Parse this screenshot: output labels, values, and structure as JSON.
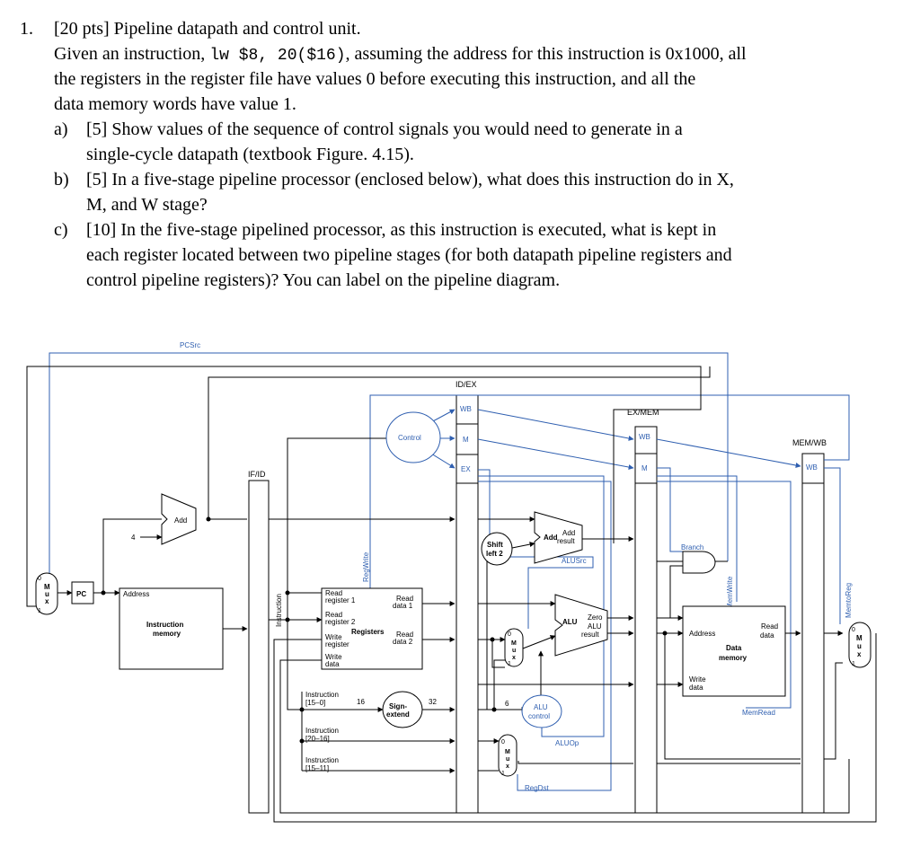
{
  "question": {
    "number": "1.",
    "title": "[20 pts] Pipeline datapath and control unit.",
    "intro_pre": "Given an instruction, ",
    "intro_code": "lw $8, 20($16)",
    "intro_post": ", assuming the address for this instruction is 0x1000, all",
    "intro_line2": "the registers in the register file have values 0 before executing this instruction, and all the",
    "intro_line3": "data memory words have value 1.",
    "parts": [
      {
        "label": "a)",
        "line1": "[5] Show values of the sequence of control signals you would need to generate in a",
        "line2": "single-cycle datapath (textbook Figure. 4.15)."
      },
      {
        "label": "b)",
        "line1": "[5] In a five-stage pipeline processor (enclosed below), what does this instruction do in X,",
        "line2": "M, and W stage?"
      },
      {
        "label": "c)",
        "line1": "[10] In the five-stage pipelined processor, as this instruction is executed, what is kept in",
        "line2": "each register located between two pipeline stages (for both datapath pipeline registers and",
        "line3": "control pipeline registers)? You can label on the pipeline diagram."
      }
    ]
  },
  "diagram": {
    "pcsrc": "PCSrc",
    "ifid": "IF/ID",
    "idex": "ID/EX",
    "exmem": "EX/MEM",
    "memwb": "MEM/WB",
    "wb": "WB",
    "m": "M",
    "ex": "EX",
    "control": "Control",
    "add": "Add",
    "four": "4",
    "pc": "PC",
    "address": "Address",
    "instr_mem_1": "Instruction",
    "instr_mem_2": "memory",
    "instruction_vert": "Instruction",
    "regwrite": "RegWrite",
    "read_reg1_a": "Read",
    "read_reg1_b": "register 1",
    "read_reg2_a": "Read",
    "read_reg2_b": "register 2",
    "write_reg_a": "Write",
    "write_reg_b": "register",
    "write_data_a": "Write",
    "write_data_b": "data",
    "registers": "Registers",
    "read_data1_a": "Read",
    "read_data1_b": "data 1",
    "read_data2_a": "Read",
    "read_data2_b": "data 2",
    "instr_15_0_a": "Instruction",
    "instr_15_0_b": "[15–0]",
    "sixteen": "16",
    "thirtytwo": "32",
    "sign_a": "Sign-",
    "sign_b": "extend",
    "instr_20_16_a": "Instruction",
    "instr_20_16_b": "[20–16]",
    "instr_15_11_a": "Instruction",
    "instr_15_11_b": "[15–11]",
    "shift_a": "Shift",
    "shift_b": "left 2",
    "add_main": "Add",
    "add_result_a": "Add",
    "add_result_b": "result",
    "alusrc": "ALUSrc",
    "alu": "ALU",
    "zero": "Zero",
    "alu_result_a": "ALU",
    "alu_result_b": "result",
    "alu_control_a": "ALU",
    "alu_control_b": "control",
    "six": "6",
    "aluop": "ALUOp",
    "regdst": "RegDst",
    "branch": "Branch",
    "memwrite": "MemWrite",
    "memread": "MemRead",
    "data_mem_a": "Data",
    "data_mem_b": "memory",
    "read_data_a": "Read",
    "read_data_b": "data",
    "memtoreg": "MemtoReg",
    "mux_m": "M",
    "mux_u": "u",
    "mux_x": "x",
    "zero_digit": "0",
    "one_digit": "1"
  }
}
